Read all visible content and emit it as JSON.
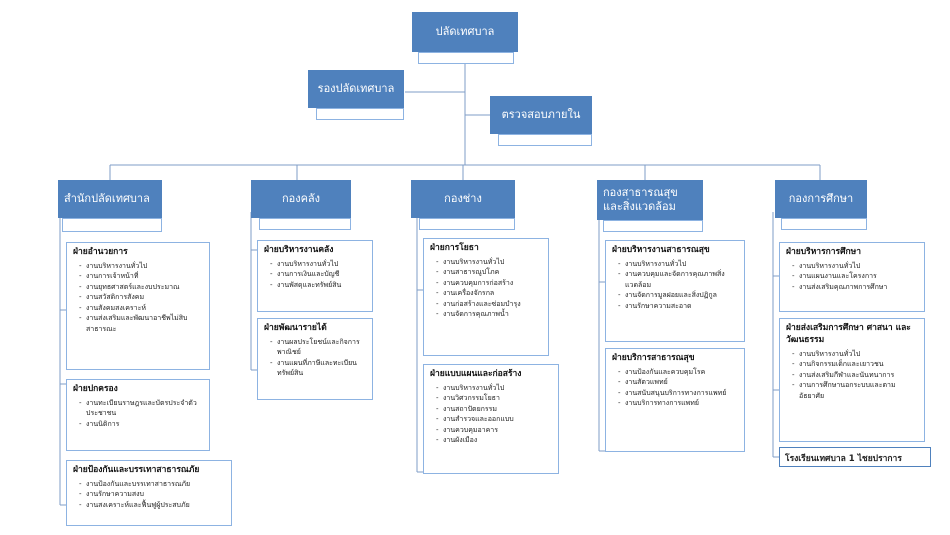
{
  "top": {
    "title": "ปลัดเทศบาล",
    "deputy": "รองปลัดเทศบาล",
    "audit": "ตรวจสอบภายใน"
  },
  "divisions": [
    {
      "title": "สำนักปลัดเทศบาล",
      "sections": [
        {
          "head": "ฝ่ายอำนวยการ",
          "items": [
            "งานบริหารงานทั่วไป",
            "งานการเจ้าหน้าที่",
            "งานยุทธศาสตร์และงบประมาณ",
            "งานสวัสดิการสังคม",
            "งานสังคมสงเคราะห์",
            "งานส่งเสริมและพัฒนาอาชีพไม่สิบสาธารณะ"
          ]
        },
        {
          "head": "ฝ่ายปกครอง",
          "items": [
            "งานทะเบียนราษฎรและบัตรประจำตัวประชาชน",
            "งานนิติการ"
          ]
        },
        {
          "head": "ฝ่ายป้องกันและบรรเทาสาธารณภัย",
          "items": [
            "งานป้องกันและบรรเทาสาธารณภัย",
            "งานรักษาความสงบ",
            "งานสงเคราะห์และฟื้นฟูผู้ประสบภัย"
          ]
        }
      ]
    },
    {
      "title": "กองคลัง",
      "sections": [
        {
          "head": "ฝ่ายบริหารงานคลัง",
          "items": [
            "งานบริหารงานทั่วไป",
            "งานการเงินและบัญชี",
            "งานพัสดุและทรัพย์สิน"
          ]
        },
        {
          "head": "ฝ่ายพัฒนารายได้",
          "items": [
            "งานผลประโยชน์และกิจการพาณิชย์",
            "งานแผนที่ภาษีและทะเบียนทรัพย์สิน"
          ]
        }
      ]
    },
    {
      "title": "กองช่าง",
      "sections": [
        {
          "head": "ฝ่ายการโยธา",
          "items": [
            "งานบริหารงานทั่วไป",
            "งานสาธารณูปโภค",
            "งานควบคุมการก่อสร้าง",
            "งานเครื่องจักรกล",
            "งานก่อสร้างและซ่อมบำรุง",
            "งานจัดการคุณภาพน้ำ"
          ]
        },
        {
          "head": "ฝ่ายแบบแผนและก่อสร้าง",
          "items": [
            "งานบริหารงานทั่วไป",
            "งานวิศวกรรมโยธา",
            "งานสถาปัตยกรรม",
            "งานสำรวจและออกแบบ",
            "งานควบคุมอาคาร",
            "งานผังเมือง"
          ]
        }
      ]
    },
    {
      "title": "กองสาธารณสุขและสิ่งแวดล้อม",
      "sections": [
        {
          "head": "ฝ่ายบริหารงานสาธารณสุข",
          "items": [
            "งานบริหารงานทั่วไป",
            "งานควบคุมและจัดการคุณภาพสิ่งแวดล้อม",
            "งานจัดการมูลฝอยและสิ่งปฏิกูล",
            "งานรักษาความสะอาด"
          ]
        },
        {
          "head": "ฝ่ายบริการสาธารณสุข",
          "items": [
            "งานป้องกันและควบคุมโรค",
            "งานสัตวแพทย์",
            "งานสนับสนุนบริการทางการแพทย์",
            "งานบริการทางการแพทย์"
          ]
        }
      ]
    },
    {
      "title": "กองการศึกษา",
      "sections": [
        {
          "head": "ฝ่ายบริหารการศึกษา",
          "items": [
            "งานบริหารงานทั่วไป",
            "งานแผนงานและโครงการ",
            "งานส่งเสริมคุณภาพการศึกษา"
          ]
        },
        {
          "head": "ฝ่ายส่งเสริมการศึกษา ศาสนา และวัฒนธรรม",
          "items": [
            "งานบริหารงานทั่วไป",
            "งานกิจกรรมเด็กและเยาวชน",
            "งานส่งเสริมกีฬาและนันทนาการ",
            "งานการศึกษานอกระบบและตามอัธยาศัย"
          ]
        }
      ],
      "school": "โรงเรียนเทศบาล 1 ไชยปราการ"
    }
  ]
}
